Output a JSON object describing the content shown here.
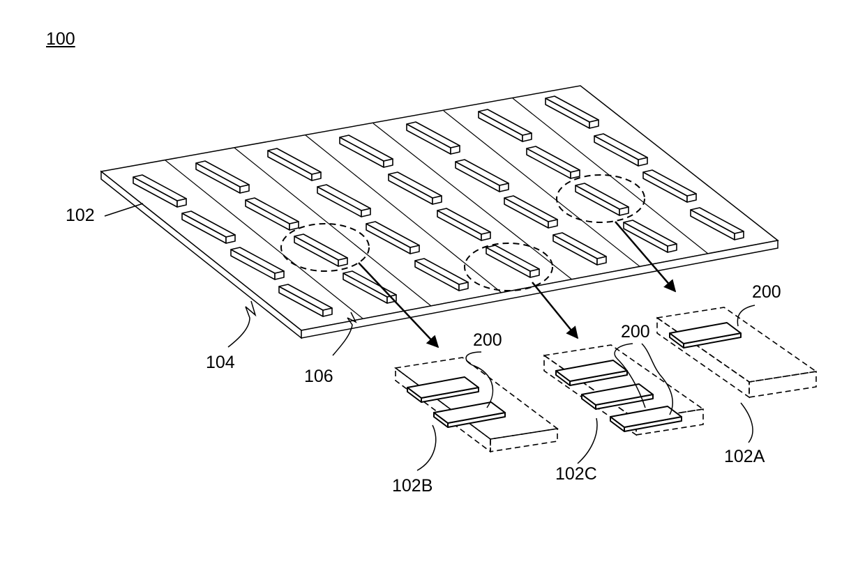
{
  "figure": {
    "figure_number": "100",
    "labels": {
      "substrate_chip": "102",
      "cut_edge": "104",
      "divider": "106",
      "die": "200",
      "die_b": "200",
      "die_c": "200",
      "group_a": "102A",
      "group_b": "102B",
      "group_c": "102C"
    }
  }
}
